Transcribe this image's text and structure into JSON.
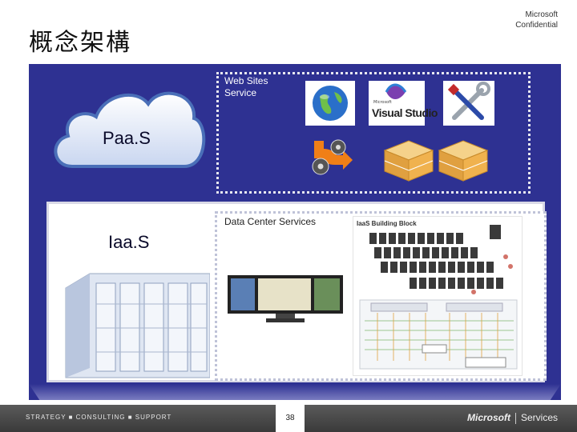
{
  "slide": {
    "title": "概念架構",
    "confidential_line1": "Microsoft",
    "confidential_line2": "Confidential",
    "paas_label": "Paa.S",
    "iaas_label": "Iaa.S",
    "web_sites_line1": "Web Sites",
    "web_sites_line2": "Service",
    "data_center_label": "Data Center Services",
    "block_title": "IaaS Building Block",
    "vs_small": "Microsoft",
    "vs_text": "Visual Studio"
  },
  "footer": {
    "left_text": "STRATEGY ■ CONSULTING ■ SUPPORT",
    "page_number": "38",
    "brand": "Microsoft",
    "services": "Services"
  },
  "colors": {
    "panel": "#2e3192",
    "footer": "#4a4a4a"
  },
  "icons": [
    "cloud-icon",
    "globe-icon",
    "visual-studio-icon",
    "tools-icon",
    "gears-icon",
    "arrow-icon",
    "server-box-icon",
    "server-rack-icon",
    "monitor-icon"
  ]
}
